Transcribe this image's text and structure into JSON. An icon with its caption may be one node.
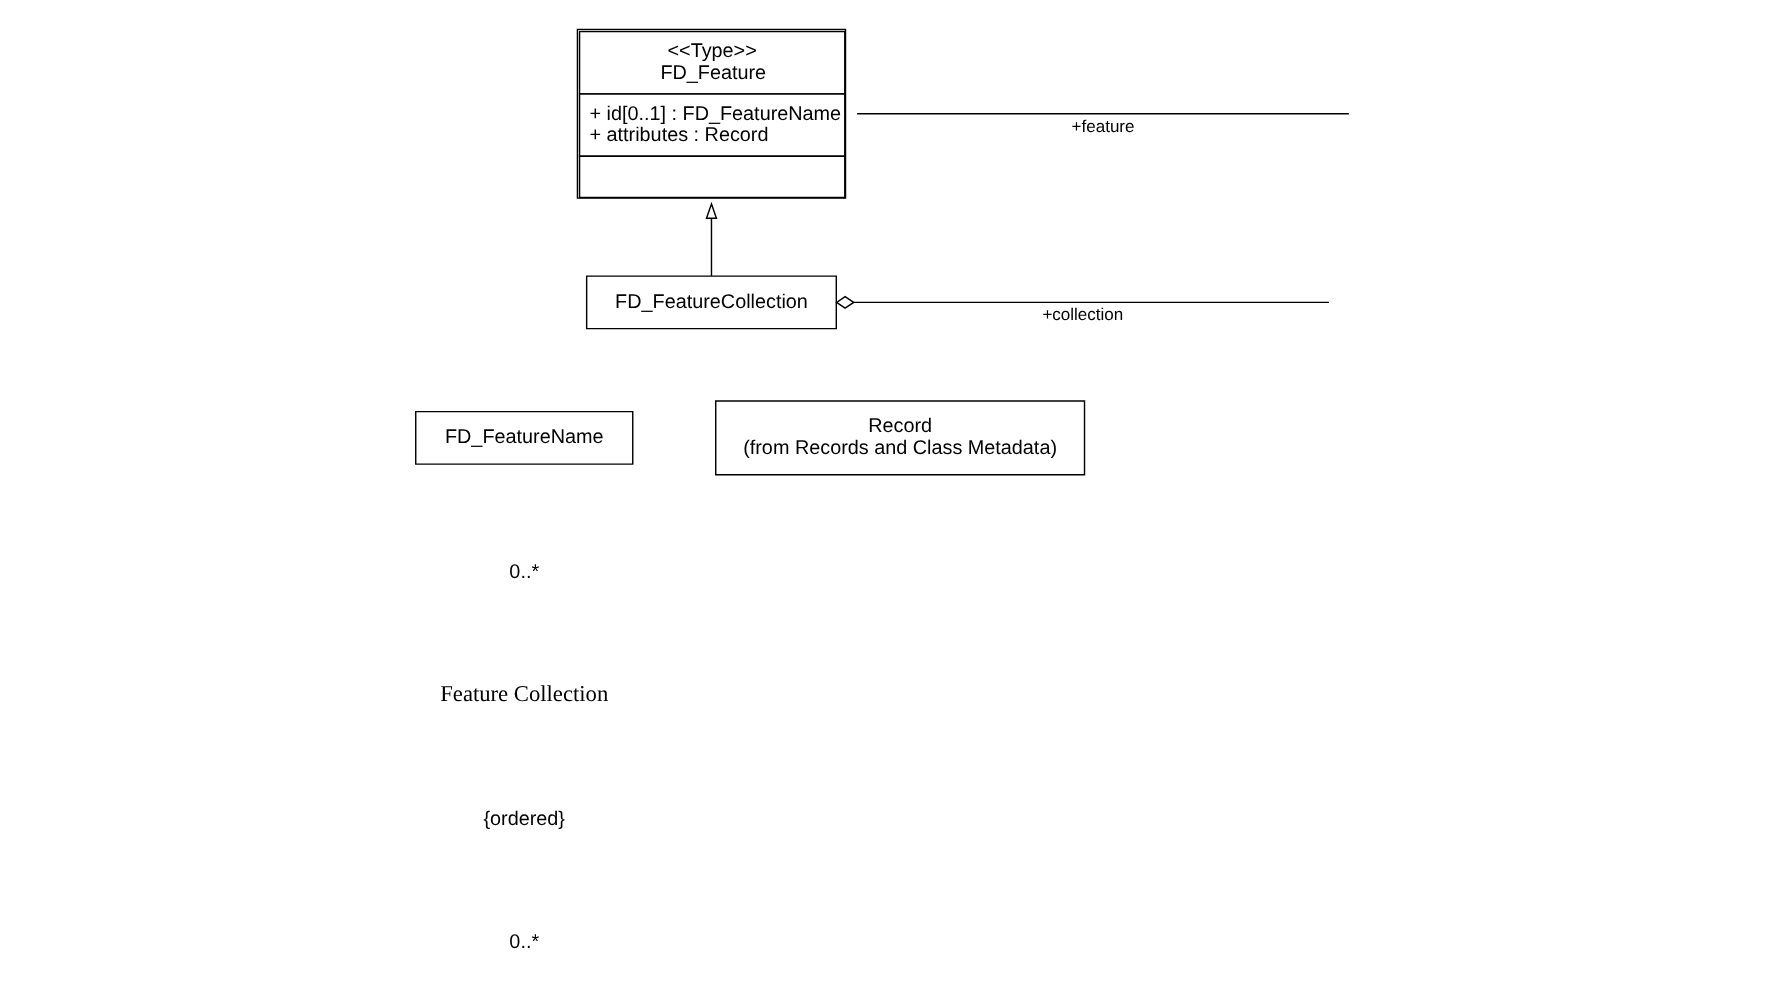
{
  "diagram": {
    "nodes": [
      {
        "text": [
          "<<Type>>",
          "FD_Feature",
          "+ id[0..1] : FD_FeatureName",
          "+ attributes : Record"
        ]
      },
      {
        "text": [
          "FD_FeatureCollection"
        ]
      },
      {
        "text": [
          "FD_FeatureName"
        ]
      },
      {
        "text": [
          "Record",
          "(from Records and Class Metadata)"
        ]
      }
    ],
    "edges": [
      {
        "from": 1,
        "to": 0,
        "arrow": "to"
      },
      {
        "from": 0,
        "to": null,
        "arrow": "none",
        "label": "+feature"
      },
      {
        "from": 1,
        "to": null,
        "arrow": "other",
        "label": "+collection"
      }
    ],
    "labels": [
      "0..*",
      "{ordered}",
      "Feature Collection",
      "0..*"
    ]
  }
}
